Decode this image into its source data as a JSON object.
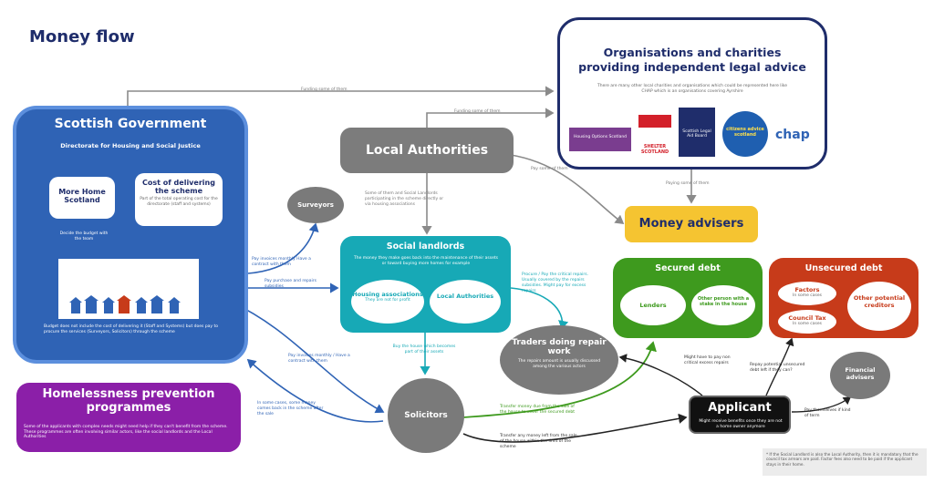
{
  "title": "Money flow",
  "scottish_government": {
    "title": "Scottish Government",
    "subtitle": "Directorate for Housing and Social Justice",
    "more_homes": "More Home Scotland",
    "cost_title": "Cost of delivering the scheme",
    "cost_note": "Part of the total operating cost for the directorate (staff and systems)",
    "decide_budget": "Decide the budget with the team",
    "budget_note": "Budget does not include the cost of delivering it (Staff and Systems) but does pay to procure the services (Surveyors, Solicitors) through the scheme"
  },
  "homelessness": {
    "title": "Homelessness prevention programmes",
    "note": "Some of the applicants with complex needs might need help if they can't benefit from the scheme. These programmes are often involving similar actors, like the social landlords and the Local Authorities"
  },
  "local_authorities": {
    "title": "Local Authorities",
    "note": "Some of them and Social Landlords participating in the scheme directly or via housing associations"
  },
  "organisations": {
    "title_line1": "Organisations and charities",
    "title_line2": "providing independent legal advice",
    "note": "There are many other local charities and organisations which could be represented here like CHAP which is an organisations covering Ayrshire",
    "logos": [
      "Housing Options Scotland",
      "SHELTER SCOTLAND",
      "Scottish Legal Aid Board",
      "citizens advice scotland",
      "chap"
    ]
  },
  "money_advisers": "Money advisers",
  "surveyors": "Surveyors",
  "social_landlords": {
    "title": "Social landlords",
    "note": "The money they make goes back into the maintenance of their assets or toward buying more homes for example",
    "housing_associations": "Housing associations",
    "housing_note": "They are not for profit",
    "local_authorities": "Local Authorities"
  },
  "secured_debt": {
    "title": "Secured debt",
    "lenders": "Lenders",
    "other_person": "Other person with a stake in the house"
  },
  "unsecured_debt": {
    "title": "Unsecured debt",
    "factors": "Factors",
    "factors_note": "In some cases",
    "council_tax": "Council Tax",
    "council_note": "In some cases",
    "other_creditors": "Other potential creditors"
  },
  "traders": {
    "title": "Traders doing repair work",
    "note": "The repairs amount is usually discussed among the various actors"
  },
  "solicitors": "Solicitors",
  "applicant": {
    "title": "Applicant",
    "note": "Might receive benefits once they are not a home owner anymore"
  },
  "financial_advisers": "Financial advisers",
  "labels": {
    "funding_top": "Funding some of them",
    "funding_la": "Funding some of them",
    "pay_some": "Pay some of them",
    "paying_some": "Paying some of them",
    "pay_invoices_contract": "Pay invoices monthly Have a contract with them",
    "pay_purchase": "Pay purchase and repairs subsidies",
    "pay_invoices_solicitors": "Pay invoices monthly / Have a contract with them",
    "some_money_back": "In some cases, some money comes back in the scheme after the sale",
    "procure": "Procure / Pay the critical repairs. Usually covered by the repairs subsidies. Might pay for excess repairs",
    "buy_house": "Buy the house which becomes part of their assets",
    "transfer_due": "Transfer money due from the sale of the house to cover the secured debt",
    "transfer_left": "Transfer any money left from the sale of the house within the limit of the scheme",
    "might_pay_excess": "Might have to pay non critical excess repairs",
    "repay_unsecured": "Repay potential unsecured debt left if they can?",
    "pay_themselves": "Pay themselves if kind of term"
  },
  "footnote": "* If the Social Landlord is also the Local Authority, then it is mandatory that the council tax arrears are paid. Factor fees also need to be paid if the applicant stays in their home."
}
